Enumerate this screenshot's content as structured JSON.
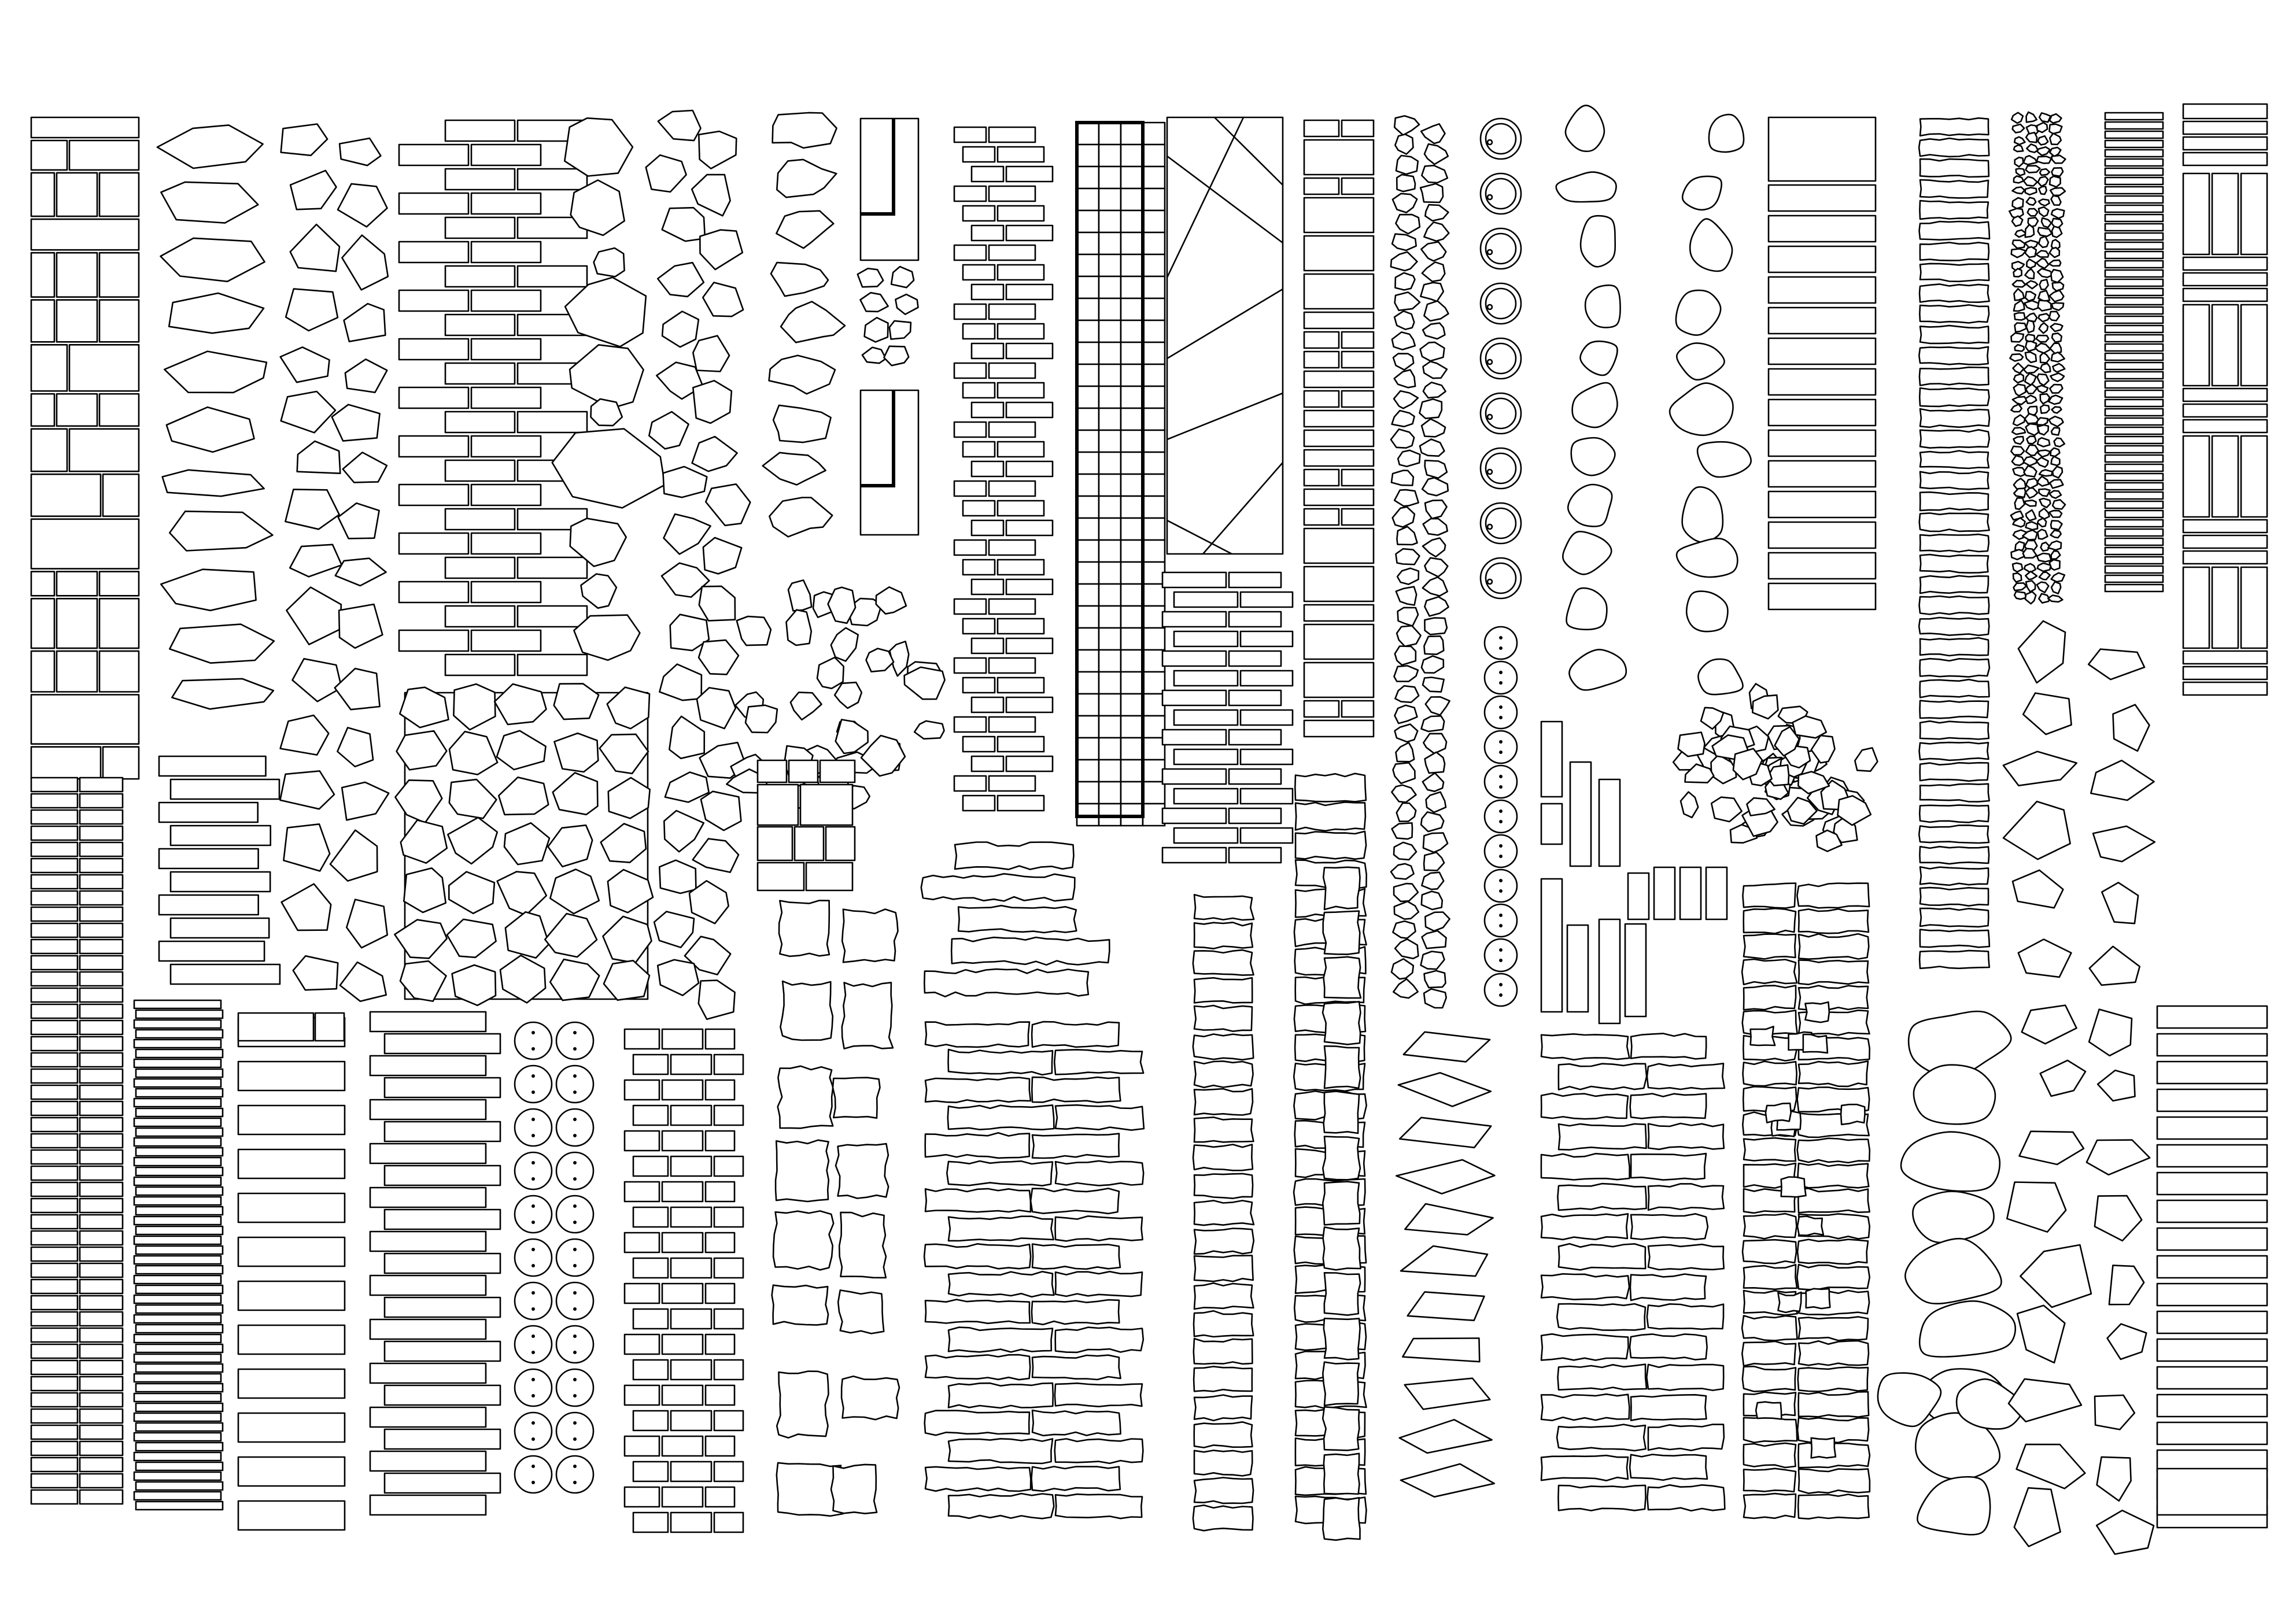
{
  "sheet": {
    "background": "#ffffff",
    "line_color": "#000000"
  },
  "columns": [
    {
      "name": "rectangular-slab-grid-column",
      "pattern": "rect-grid"
    },
    {
      "name": "irregular-flagstone-column",
      "pattern": "flagstone"
    },
    {
      "name": "crazy-paving-column",
      "pattern": "crazy-paving"
    },
    {
      "name": "staggered-brick-column",
      "pattern": "brick"
    },
    {
      "name": "rounded-stepping-stone-column",
      "pattern": "stepping-stones"
    },
    {
      "name": "pebble-cluster-column",
      "pattern": "pebbles"
    },
    {
      "name": "rough-rock-column",
      "pattern": "rough-rock"
    },
    {
      "name": "edged-panel-column",
      "pattern": "edged-panel"
    },
    {
      "name": "small-brick-column",
      "pattern": "brick"
    },
    {
      "name": "square-tile-grid-column",
      "pattern": "tile-grid"
    },
    {
      "name": "diagonal-line-panel",
      "pattern": "diagonal-panel"
    },
    {
      "name": "mixed-rectangle-column",
      "pattern": "mixed-rect"
    },
    {
      "name": "cobble-column",
      "pattern": "cobble"
    },
    {
      "name": "ring-disc-column",
      "pattern": "rings"
    },
    {
      "name": "organic-stone-column",
      "pattern": "organic"
    },
    {
      "name": "long-plank-column",
      "pattern": "planks"
    },
    {
      "name": "rough-edge-plank-column",
      "pattern": "rough-planks"
    },
    {
      "name": "gravel-mosaic-column",
      "pattern": "gravel"
    },
    {
      "name": "thin-slat-column",
      "pattern": "slats"
    },
    {
      "name": "tall-panel-column",
      "pattern": "panels"
    }
  ]
}
